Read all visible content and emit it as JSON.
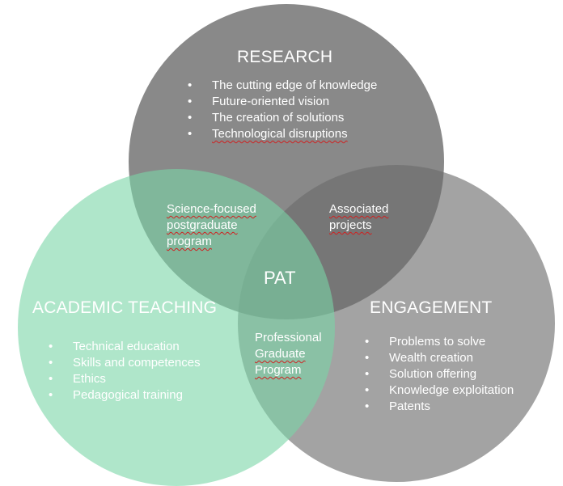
{
  "colors": {
    "research": "#6b6b6b",
    "engagement": "#8e8e8e",
    "academic": "#86dcb1",
    "text": "#ffffff",
    "spellcheck_underline": "#d02020"
  },
  "research": {
    "title": "RESEARCH",
    "items": [
      "The cutting edge of knowledge",
      "Future-oriented vision",
      "The creation of solutions",
      "Technological disruptions"
    ]
  },
  "academic": {
    "title": "ACADEMIC TEACHING",
    "items": [
      "Technical education",
      "Skills and competences",
      "Ethics",
      "Pedagogical training"
    ]
  },
  "engagement": {
    "title": "ENGAGEMENT",
    "items": [
      "Problems to solve",
      "Wealth creation",
      "Solution offering",
      "Knowledge exploitation",
      "Patents"
    ]
  },
  "overlaps": {
    "research_academic": [
      "Science-focused",
      "postgraduate",
      "program"
    ],
    "research_engagement": [
      "Associated",
      "projects"
    ],
    "academic_engagement": [
      "Professional",
      "Graduate",
      "Program"
    ],
    "center": "PAT"
  }
}
